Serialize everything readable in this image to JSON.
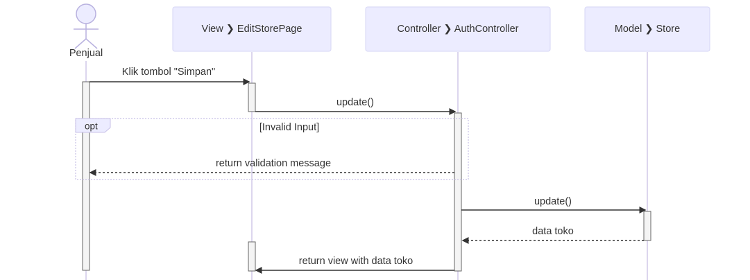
{
  "diagram": {
    "actor": {
      "name": "Penjual",
      "icon": "stick-figure-actor-icon"
    },
    "participants": [
      {
        "id": "view",
        "label": "View ❯ EditStorePage"
      },
      {
        "id": "controller",
        "label": "Controller ❯ AuthController"
      },
      {
        "id": "model",
        "label": "Model ❯ Store"
      }
    ],
    "messages": [
      {
        "from": "Penjual",
        "to": "view",
        "label": "Klik tombol \"Simpan\"",
        "style": "solid"
      },
      {
        "from": "view",
        "to": "controller",
        "label": "update()",
        "style": "solid"
      },
      {
        "from": "controller",
        "to": "Penjual",
        "label": "return validation message",
        "style": "dashed"
      },
      {
        "from": "controller",
        "to": "model",
        "label": "update()",
        "style": "solid"
      },
      {
        "from": "model",
        "to": "controller",
        "label": "data toko",
        "style": "dashed"
      },
      {
        "from": "controller",
        "to": "view",
        "label": "return view with data toko",
        "style": "solid"
      }
    ],
    "opt_fragment": {
      "operator": "opt",
      "condition": "[Invalid Input]"
    },
    "colors": {
      "participant_fill": "#ECECFF",
      "lifeline": "#d3cce9",
      "arrow": "#333333",
      "activation_fill": "#f4f4f4"
    }
  }
}
